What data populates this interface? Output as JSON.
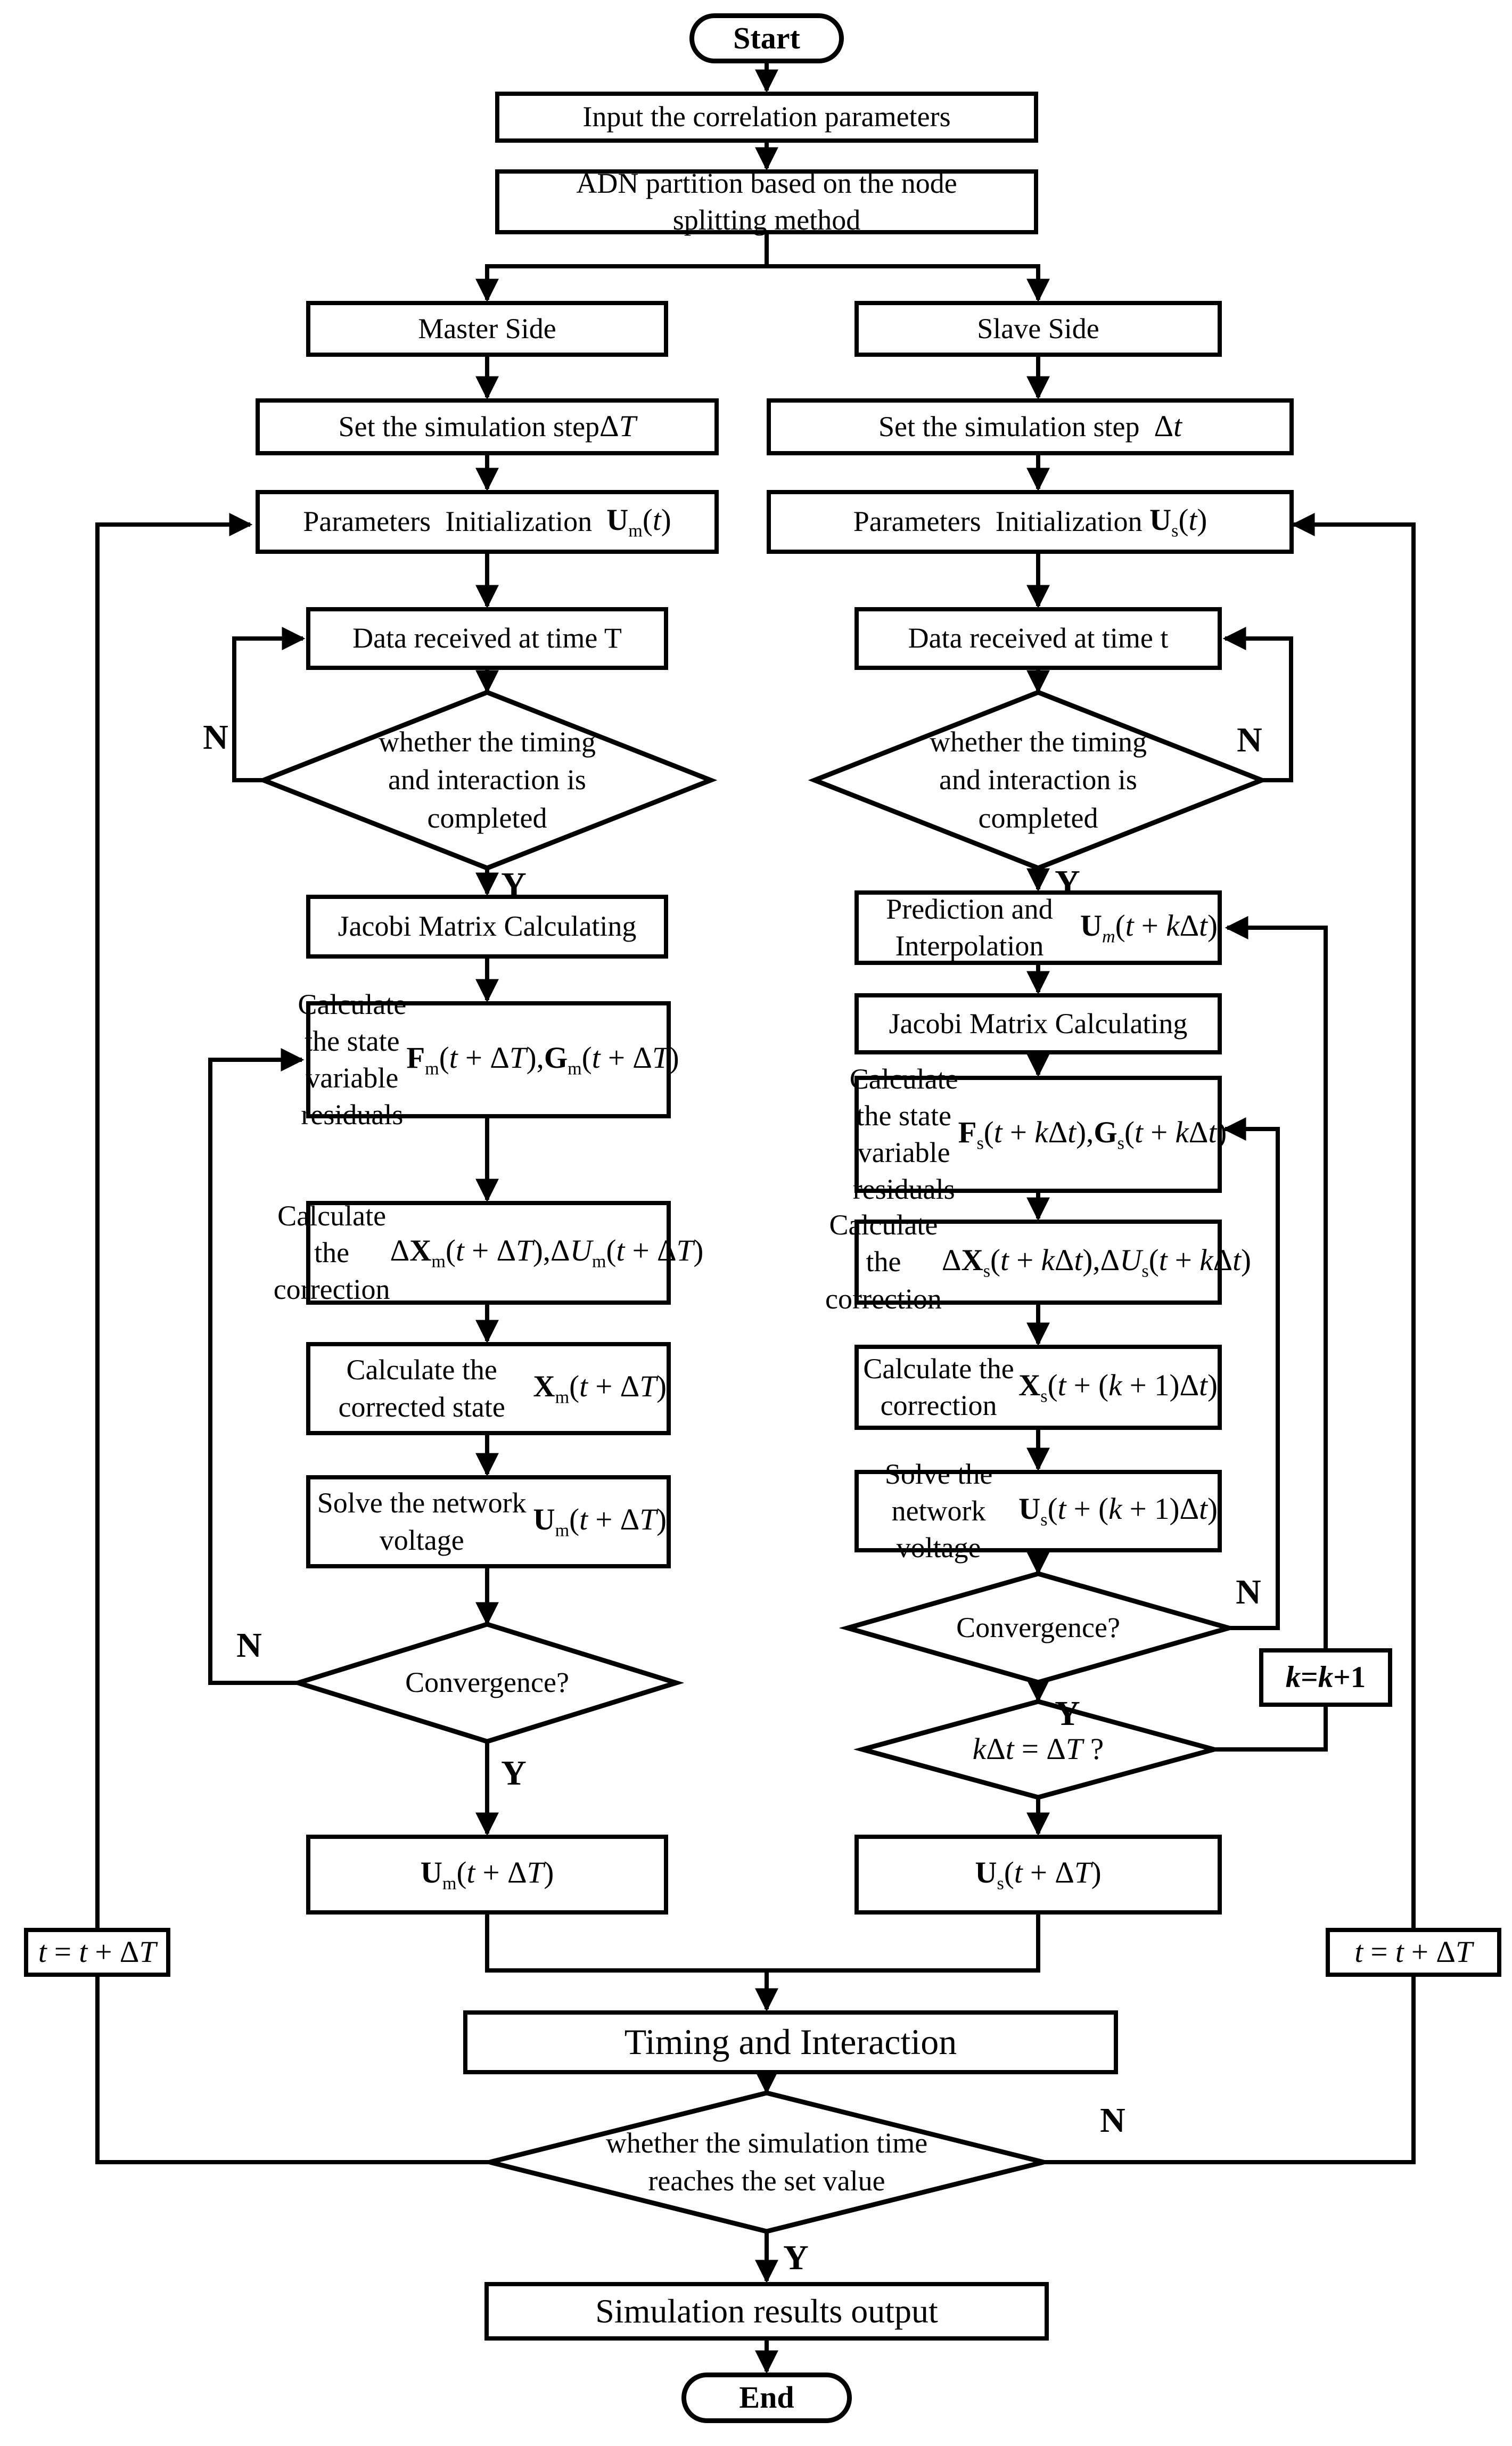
{
  "figure": {
    "type": "flowchart",
    "background_color": "#ffffff",
    "line_color": "#000000"
  },
  "nodes": {
    "start": {
      "label": "Start",
      "shape": "rounded"
    },
    "input_params": {
      "label": "Input the correlation parameters",
      "shape": "rect"
    },
    "adn_partition": {
      "label_html": "ADN partition based on the node<br>splitting method",
      "shape": "rect"
    },
    "master_side": {
      "label": "Master Side",
      "shape": "rect"
    },
    "slave_side": {
      "label": "Slave Side",
      "shape": "rect"
    },
    "set_step_master": {
      "label_html": "Set the simulation step <span class=\"eq\">&Delta;<i>T</i></span>",
      "shape": "rect"
    },
    "set_step_slave": {
      "label_html": "Set the simulation step&nbsp;&nbsp; <span class=\"eq\">&Delta;<i>t</i></span>",
      "shape": "rect"
    },
    "params_init_master": {
      "label_html": "Parameters&nbsp; Initialization&nbsp;&nbsp; <span class=\"eq\"><b class=\"v\">U</b><sub>m</sub>(<i>t</i>)</span>",
      "shape": "rect"
    },
    "params_init_slave": {
      "label_html": "Parameters&nbsp; Initialization&nbsp; <span class=\"eq\"><b class=\"v\">U</b><sub>s</sub>(<i>t</i>)</span>",
      "shape": "rect"
    },
    "data_received_master": {
      "label": "Data received at time T",
      "shape": "rect"
    },
    "data_received_slave": {
      "label": "Data received at time t",
      "shape": "rect"
    },
    "timing_decision_master": {
      "label_html": "whether the timing<br>and interaction is<br>completed",
      "shape": "diamond"
    },
    "timing_decision_slave": {
      "label_html": "whether the timing<br>and interaction is<br>completed",
      "shape": "diamond"
    },
    "jacobi_master": {
      "label": "Jacobi Matrix Calculating",
      "shape": "rect"
    },
    "prediction_interpolation": {
      "label_html": "Prediction and Interpolation<br><span class=\"eq\"><b class=\"v\">U</b><sub><i>m</i></sub>(<i>t</i> + <i>k</i>&Delta;<i>t</i>)</span>",
      "shape": "rect"
    },
    "jacobi_slave": {
      "label": "Jacobi Matrix Calculating",
      "shape": "rect"
    },
    "residuals_master": {
      "label_html": "Calculate the state<br>variable residuals<br><span class=\"eq\"><b class=\"v\">F</b><sub>m</sub>(<i>t</i> + &Delta;<i>T</i>),<b class=\"v\">G</b><sub>m</sub>(<i>t</i> + &Delta;<i>T</i>)</span>",
      "shape": "rect"
    },
    "residuals_slave": {
      "label_html": "Calculate the state<br>variable residuals<br><span class=\"eq\"><b class=\"v\">F</b><sub>s</sub>(<i>t</i> + <i>k</i>&Delta;<i>t</i>),<b class=\"v\">G</b><sub>s</sub>(<i>t</i> + <i>k</i>&Delta;<i>t</i>)</span>",
      "shape": "rect"
    },
    "correction_master": {
      "label_html": "Calculate the correction<br><span class=\"eq\">&Delta;<b class=\"v\">X</b><sub>m</sub>(<i>t</i> + &Delta;<i>T</i>),&Delta;<i>U</i><sub>m</sub>(<i>t</i> + &Delta;<i>T</i>)</span>",
      "shape": "rect"
    },
    "correction_slave": {
      "label_html": "Calculate the correction<br><span class=\"eq\">&Delta;<b class=\"v\">X</b><sub>s</sub>(<i>t</i> + <i>k</i>&Delta;<i>t</i>),&Delta;<i>U</i><sub>s</sub>(<i>t</i> + <i>k</i>&Delta;<i>t</i>)</span>",
      "shape": "rect"
    },
    "corrected_state_master": {
      "label_html": "Calculate the corrected state<br><span class=\"eq\"><b class=\"v\">X</b><sub>m</sub>(<i>t</i> + &Delta;<i>T</i>)</span>",
      "shape": "rect"
    },
    "corrected_state_slave": {
      "label_html": "Calculate the correction<br><span class=\"eq\"><b class=\"v\">X</b><sub>s</sub>(<i>t</i> + (<i>k</i> + 1)&Delta;<i>t</i>)</span>",
      "shape": "rect"
    },
    "solve_voltage_master": {
      "label_html": "Solve the network voltage<br><span class=\"eq\"><b class=\"v\">U</b><sub>m</sub>(<i>t</i> + &Delta;<i>T</i>)</span>",
      "shape": "rect"
    },
    "solve_voltage_slave": {
      "label_html": "Solve the network voltage<br><span class=\"eq\"><b class=\"v\">U</b><sub>s</sub>(<i>t</i> + (<i>k</i> + 1)&Delta;<i>t</i>)</span>",
      "shape": "rect"
    },
    "convergence_master": {
      "label": "Convergence?",
      "shape": "diamond"
    },
    "convergence_slave": {
      "label": "Convergence?",
      "shape": "diamond"
    },
    "k_step_check": {
      "label_html": "<span class=\"eq\"><i>k</i>&Delta;<i>t</i> = &Delta;<i>T</i> ?</span>",
      "shape": "diamond"
    },
    "k_increment": {
      "label_html": "<span class=\"eq\"><i>k</i>=<i>k</i>+1</span>",
      "shape": "rect"
    },
    "um_final": {
      "label_html": "<span class=\"eq\"><b class=\"v\">U</b><sub>m</sub>(<i>t</i> + &Delta;<i>T</i>)</span>",
      "shape": "rect"
    },
    "us_final": {
      "label_html": "<span class=\"eq\"><b class=\"v\">U</b><sub>s</sub>(<i>t</i> + &Delta;<i>T</i>)</span>",
      "shape": "rect"
    },
    "t_increment_left": {
      "label_html": "<span class=\"eq\"><i>t</i> = <i>t</i> + &Delta;<i>T</i></span>",
      "shape": "rect"
    },
    "t_increment_right": {
      "label_html": "<span class=\"eq\"><i>t</i> = <i>t</i> + &Delta;<i>T</i></span>",
      "shape": "rect"
    },
    "timing_interaction": {
      "label": "Timing and Interaction",
      "shape": "rect"
    },
    "sim_time_decision": {
      "label_html": "whether the simulation time<br>reaches the set value",
      "shape": "diamond"
    },
    "sim_output": {
      "label": "Simulation results output",
      "shape": "rect"
    },
    "end": {
      "label": "End",
      "shape": "rounded"
    }
  },
  "branches": {
    "timing_master": {
      "n": "N",
      "y": "Y"
    },
    "timing_slave": {
      "n": "N",
      "y": "Y"
    },
    "convergence_master": {
      "n": "N",
      "y": "Y"
    },
    "convergence_slave": {
      "n": "N",
      "y": "Y"
    },
    "sim_time": {
      "n": "N",
      "y": "Y"
    }
  }
}
